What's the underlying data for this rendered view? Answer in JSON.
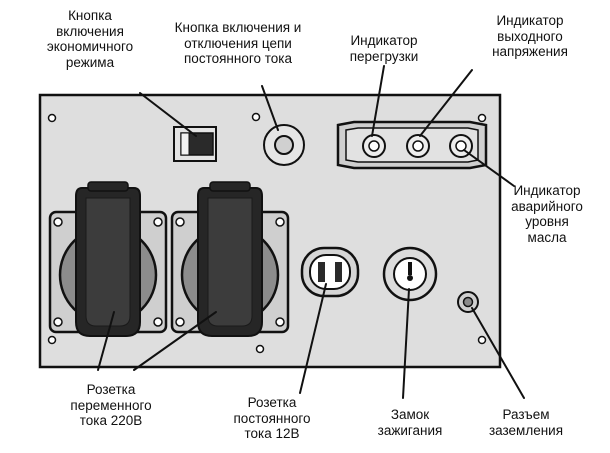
{
  "labels": {
    "eco_mode_button": "Кнопка\nвключения\nэкономичного\nрежима",
    "dc_circuit_button": "Кнопка включения и\nотключения цепи\nпостоянного тока",
    "overload_indicator": "Индикатор\nперегрузки",
    "output_voltage_indicator": "Индикатор\nвыходного\nнапряжения",
    "oil_level_indicator": "Индикатор\nаварийного\nуровня\nмасла",
    "ac_socket": "Розетка\nпеременного\nтока 220В",
    "dc_socket": "Розетка\nпостоянного\nтока 12В",
    "ignition_lock": "Замок\nзажигания",
    "ground_terminal": "Разъем\nзаземления"
  }
}
